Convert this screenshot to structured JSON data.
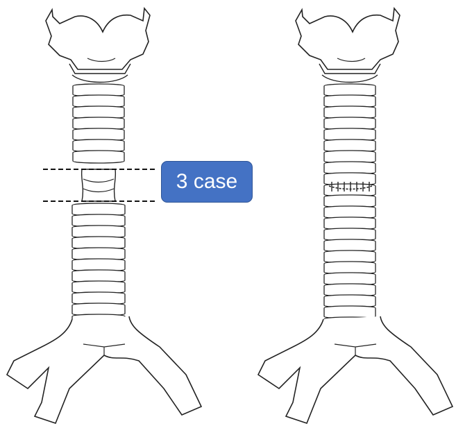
{
  "figure": {
    "panels": [
      {
        "name": "before-resection",
        "state": "stenotic segment marked for resection"
      },
      {
        "name": "after-anastomosis",
        "state": "end-to-end anastomosis with sutures"
      }
    ],
    "callout": {
      "text": "3 case",
      "fill": "#4472c4",
      "text_color": "#ffffff"
    },
    "line_color": "#222222"
  }
}
